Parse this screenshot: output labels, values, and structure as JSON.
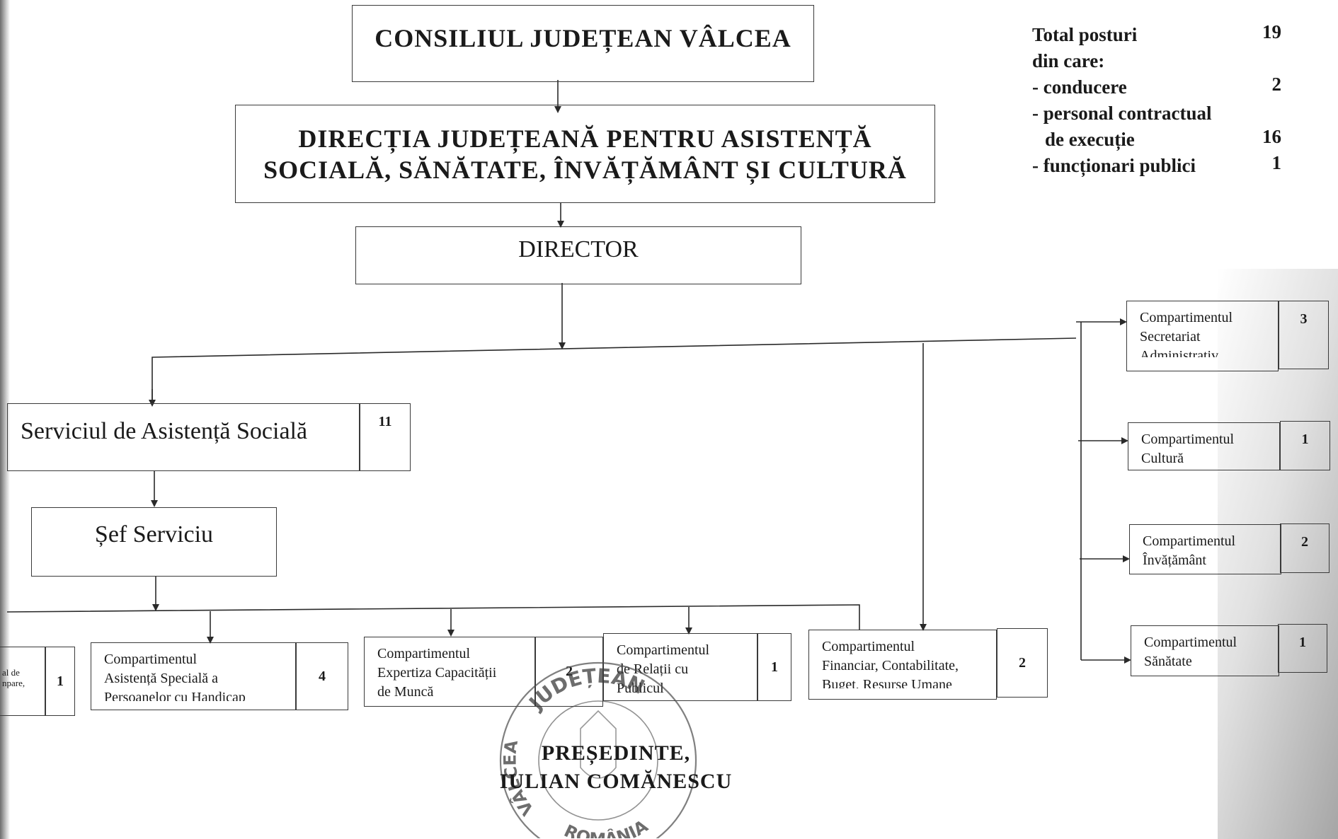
{
  "header": {
    "council": "CONSILIUL JUDEȚEAN VÂLCEA",
    "directorate_line1": "DIRECȚIA JUDEȚEANĂ PENTRU ASISTENȚĂ",
    "directorate_line2": "SOCIALĂ, SĂNĂTATE, ÎNVĂȚĂMÂNT ȘI CULTURĂ",
    "director": "DIRECTOR"
  },
  "staffing": {
    "total_label": "Total posturi",
    "total_value": "19",
    "of_which": "din care:",
    "leadership_label": "- conducere",
    "leadership_value": "2",
    "contract_line1": "- personal contractual",
    "contract_line2": "de execuție",
    "contract_value": "16",
    "civil_label": "- funcționari publici",
    "civil_value": "1"
  },
  "right_units": [
    {
      "line1": "Compartimentul",
      "line2": "Secretariat",
      "line3": "Administrativ",
      "count": "3"
    },
    {
      "line1": "Compartimentul",
      "line2": "Cultură",
      "count": "1"
    },
    {
      "line1": "Compartimentul",
      "line2": "Învățământ",
      "count": "2"
    },
    {
      "line1": "Compartimentul",
      "line2": "Sănătate",
      "count": "1"
    }
  ],
  "social_service": {
    "name": "Serviciul de Asistență Socială",
    "count": "11",
    "head": "Șef Serviciu"
  },
  "bottom_units": [
    {
      "line1": "al de",
      "line2": "npare,",
      "count": "1"
    },
    {
      "line1": "Compartimentul",
      "line2": "Asistență Specială a",
      "line3": "Persoanelor cu  Handicap",
      "count": "4"
    },
    {
      "line1": "Compartimentul",
      "line2": "Expertiza Capacității",
      "line3": "de Muncă",
      "count": "2"
    },
    {
      "line1": "Compartimentul",
      "line2": "de Relații cu",
      "line3": "Publicul",
      "count": "1"
    },
    {
      "line1": "Compartimentul",
      "line2": "Financiar, Contabilitate,",
      "line3": "Buget, Resurse Umane",
      "count": "2"
    }
  ],
  "signature": {
    "title": "PREȘEDINTE,",
    "name": "IULIAN COMĂNESCU"
  },
  "stamp": {
    "top": "JUDEȚEAN",
    "left": "VÂLCEA",
    "bottom": "ROMÂNIA"
  }
}
